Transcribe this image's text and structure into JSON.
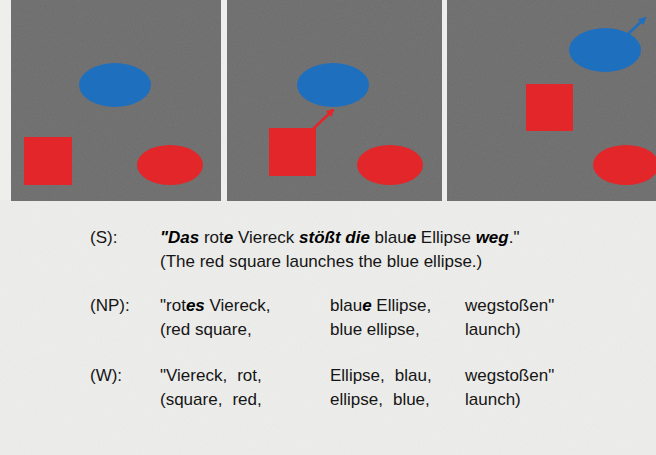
{
  "diagram": {
    "labels": [
      "(S):",
      "\"Das",
      "rot",
      "e",
      "Viereck",
      "stößt die",
      "blau",
      "e",
      "Ellipse",
      "weg",
      ".\"",
      "(The red square launches the blue ellipse.)",
      "(NP):",
      "\"rot",
      "es",
      "Viereck,",
      "blau",
      "e",
      "Ellipse,",
      "wegstoßen\"",
      "(red square,",
      "blue ellipse,",
      "launch)",
      "(W):",
      "\"Viereck,",
      "rot,",
      "Ellipse,",
      "blau,",
      "wegstoßen\"",
      "(square,",
      "red,",
      "ellipse,",
      "blue,",
      "launch)"
    ]
  }
}
